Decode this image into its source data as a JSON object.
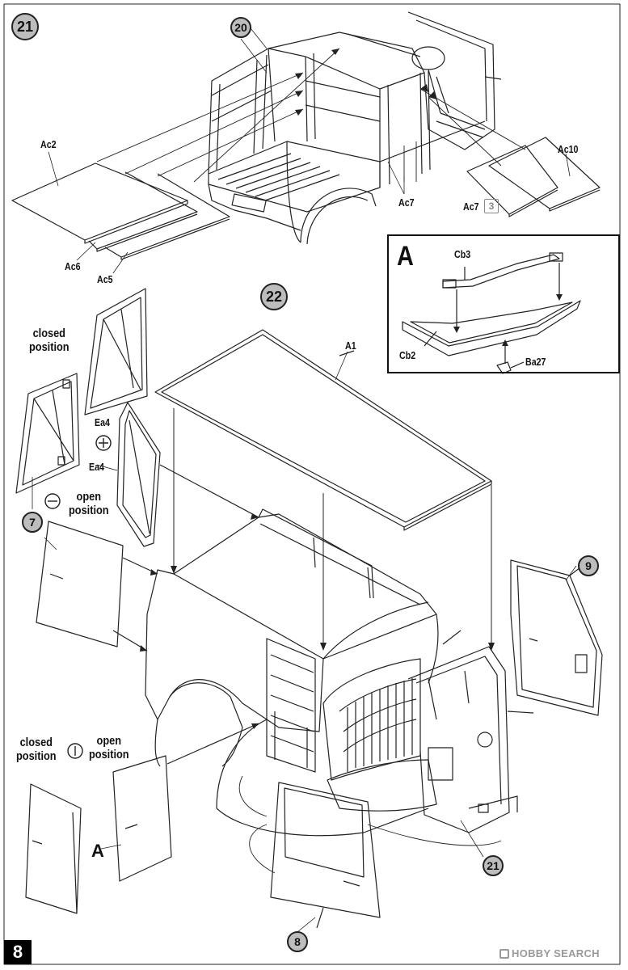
{
  "page_number": "8",
  "watermark": "HOBBY SEARCH",
  "steps": {
    "step21": "21",
    "step22": "22",
    "sub20": "20",
    "sub7": "7",
    "sub9": "9",
    "sub8": "8",
    "sub21": "21"
  },
  "step21_parts": {
    "ac2": "Ac2",
    "ac6": "Ac6",
    "ac5": "Ac5",
    "ac7a": "Ac7",
    "ac7b": "Ac7",
    "ac7_count": "3",
    "ac10": "Ac10"
  },
  "inset": {
    "letter": "A",
    "cb3": "Cb3",
    "cb2": "Cb2",
    "ba27": "Ba27"
  },
  "step22_parts": {
    "a1": "A1",
    "ea4a": "Ea4",
    "ea4b": "Ea4",
    "closed_top": "closed\nposition",
    "open_top": "open\nposition",
    "closed_bottom": "closed\nposition",
    "open_bottom": "open\nposition",
    "a_ref": "A"
  }
}
